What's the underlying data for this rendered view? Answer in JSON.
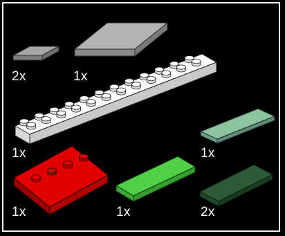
{
  "parts": [
    {
      "quantity": "2x",
      "color": "#a7a7a7",
      "kind": "tile"
    },
    {
      "quantity": "1x",
      "color": "#b3b3b3",
      "kind": "tile"
    },
    {
      "quantity": "1x",
      "color": "#ffffff",
      "kind": "plate",
      "studs": "2x12"
    },
    {
      "quantity": "1x",
      "color": "#8cc49f",
      "kind": "tile"
    },
    {
      "quantity": "1x",
      "color": "#e00000",
      "kind": "plate",
      "studs": "1x4"
    },
    {
      "quantity": "1x",
      "color": "#4fd047",
      "kind": "tile"
    },
    {
      "quantity": "2x",
      "color": "#2f5a37",
      "kind": "tile"
    }
  ]
}
